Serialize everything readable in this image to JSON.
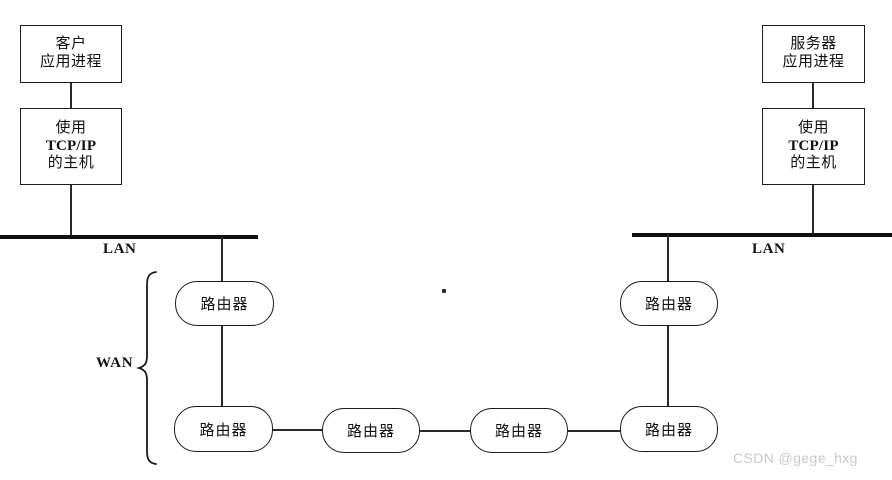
{
  "figure": {
    "title": "TCP/IP network topology diagram",
    "background_color": "#ffffff",
    "line_color": "#111111"
  },
  "nodes": {
    "client_process": {
      "line1": "客户",
      "line2": "应用进程"
    },
    "client_host": {
      "line1": "使用",
      "line2": "TCP/IP",
      "line3": "的主机"
    },
    "server_process": {
      "line1": "服务器",
      "line2": "应用进程"
    },
    "server_host": {
      "line1": "使用",
      "line2": "TCP/IP",
      "line3": "的主机"
    }
  },
  "routers": [
    {
      "id": "router-left-top",
      "label": "路由器"
    },
    {
      "id": "router-left-bottom",
      "label": "路由器"
    },
    {
      "id": "router-mid-left",
      "label": "路由器"
    },
    {
      "id": "router-mid-right",
      "label": "路由器"
    },
    {
      "id": "router-right-bottom",
      "label": "路由器"
    },
    {
      "id": "router-right-top",
      "label": "路由器"
    }
  ],
  "networks": {
    "lan_left_label": "LAN",
    "lan_right_label": "LAN",
    "wan_label": "WAN"
  },
  "watermark": {
    "text": "CSDN @gege_hxg",
    "color": "#c9c9c9"
  }
}
